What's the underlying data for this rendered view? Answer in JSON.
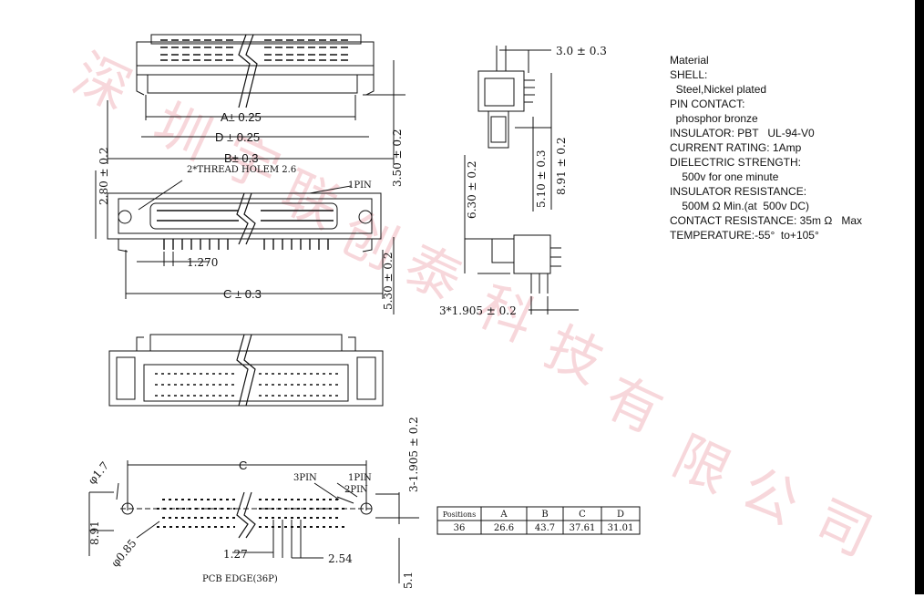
{
  "watermark": [
    "深",
    "圳",
    "宇",
    "联",
    "创",
    "泰",
    "科",
    "技",
    "有",
    "限",
    "公",
    "司"
  ],
  "dimensions": {
    "a": "A± 0.25",
    "d": "D ± 0.25",
    "b": "B± 0.3",
    "thread_hole": "2*THREAD HOLEM 2.6",
    "pin1": "1PIN",
    "pitch_1270": "1.270",
    "c": "C ± 0.3",
    "h_280": "2.80 ± 0.2",
    "h_350": "3.50 ± 0.2",
    "h_530": "5.30 ± 0.2",
    "side_30": "3.0 ± 0.3",
    "side_630": "6.30 ± 0.2",
    "side_510": "5.10 ± 0.3",
    "side_891": "8.91 ± 0.2",
    "side_3x1905": "3*1.905 ± 0.2",
    "c_plain": "C",
    "pin3": "3PIN",
    "pin1b": "1PIN",
    "pin2": "2PIN",
    "hole_17": "φ1.7",
    "hole_085": "φ0.85",
    "pcb_891": "8.91",
    "pcb_127": "1.27",
    "pcb_254": "2.54",
    "pcb_51": "5.1",
    "pcb_3_1905": "3-1.905 ± 0.2",
    "pcb_caption": "PCB EDGE(36P)"
  },
  "material": {
    "lines": [
      "Material",
      "SHELL:",
      "  Steel,Nickel plated",
      "PIN CONTACT:",
      "  phosphor bronze",
      "INSULATOR: PBT   UL-94-V0",
      "CURRENT RATING: 1Amp",
      "DIELECTRIC STRENGTH:",
      "    500v for one minute",
      "INSULATOR RESISTANCE:",
      "    500M Ω Min.(at  500v DC)",
      "CONTACT RESISTANCE: 35m Ω   Max",
      "TEMPERATURE:-55°  to+105°"
    ]
  },
  "table": {
    "headers": [
      "Positions",
      "A",
      "B",
      "C",
      "D"
    ],
    "rows": [
      [
        "36",
        "26.6",
        "43.7",
        "37.61",
        "31.01"
      ]
    ]
  },
  "colors": {
    "line": "#111111",
    "watermark": "#f2b8be",
    "edge_bar": "#000000"
  }
}
